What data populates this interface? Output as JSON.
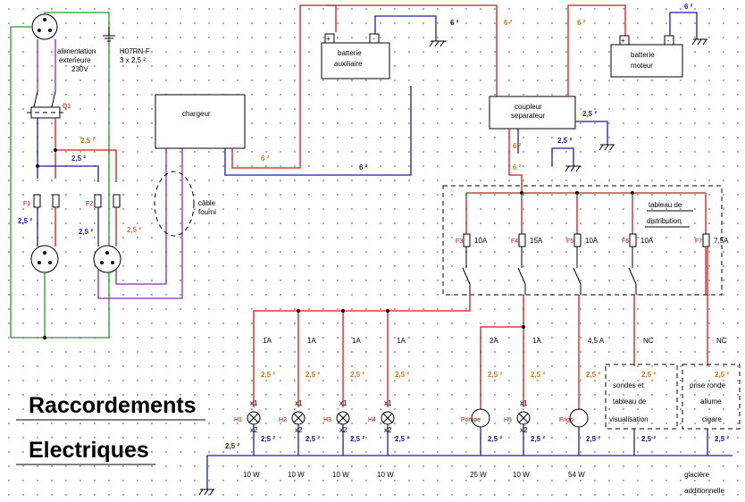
{
  "title": {
    "line1": "Raccordements",
    "line2": "Electriques"
  },
  "components": {
    "alimentation": [
      "alimentation",
      "exterieure",
      "230V"
    ],
    "cable_type": [
      "H07RN-F",
      "3 x 2,5 ²"
    ],
    "q1": "Q1",
    "chargeur": "chargeur",
    "cable_fourni": [
      "câble",
      "fourni"
    ],
    "batterie_aux": [
      "batterie",
      "auxiliaire"
    ],
    "batterie_moteur": [
      "batterie",
      "moteur"
    ],
    "coupleur": [
      "coupleur",
      "separateur"
    ],
    "tableau": [
      "tableau de",
      "distribution"
    ],
    "sondes": [
      "sondes et",
      "tableau de",
      "visualisation"
    ],
    "prise": [
      "prise ronde",
      "allume",
      "cigare"
    ],
    "glaciere": [
      "glacière",
      "additionnelle"
    ]
  },
  "fuses": [
    {
      "name": "F3",
      "rating": "10A"
    },
    {
      "name": "F4",
      "rating": "15A"
    },
    {
      "name": "F5",
      "rating": "10A"
    },
    {
      "name": "F6",
      "rating": "10A"
    },
    {
      "name": "F7",
      "rating": "7,5A"
    }
  ],
  "mains_fuses": [
    "F1",
    "F2"
  ],
  "loads": [
    {
      "name": "H1",
      "fuse": "1A",
      "power": "10 W"
    },
    {
      "name": "H2",
      "fuse": "1A",
      "power": "10 W"
    },
    {
      "name": "H3",
      "fuse": "1A",
      "power": "10 W"
    },
    {
      "name": "H4",
      "fuse": "1A",
      "power": "10 W"
    },
    {
      "name": "Pompe",
      "fuse": "2A",
      "power": "25 W"
    },
    {
      "name": "H5",
      "fuse": "1A",
      "power": "10 W"
    },
    {
      "name": "Frigo",
      "fuse": "4,5 A",
      "power": "54 W"
    },
    {
      "name": "",
      "fuse": "NC",
      "power": ""
    },
    {
      "name": "",
      "fuse": "NC",
      "power": ""
    }
  ],
  "wire_labels": {
    "s25": "2,5 ²",
    "s6": "6 ²",
    "x1": "x1",
    "x2": "x2"
  },
  "colors": {
    "live": "#d01818",
    "neutral": "#1c1ca8",
    "earth": "#2a9a2a",
    "mains": "#8a28b0"
  }
}
